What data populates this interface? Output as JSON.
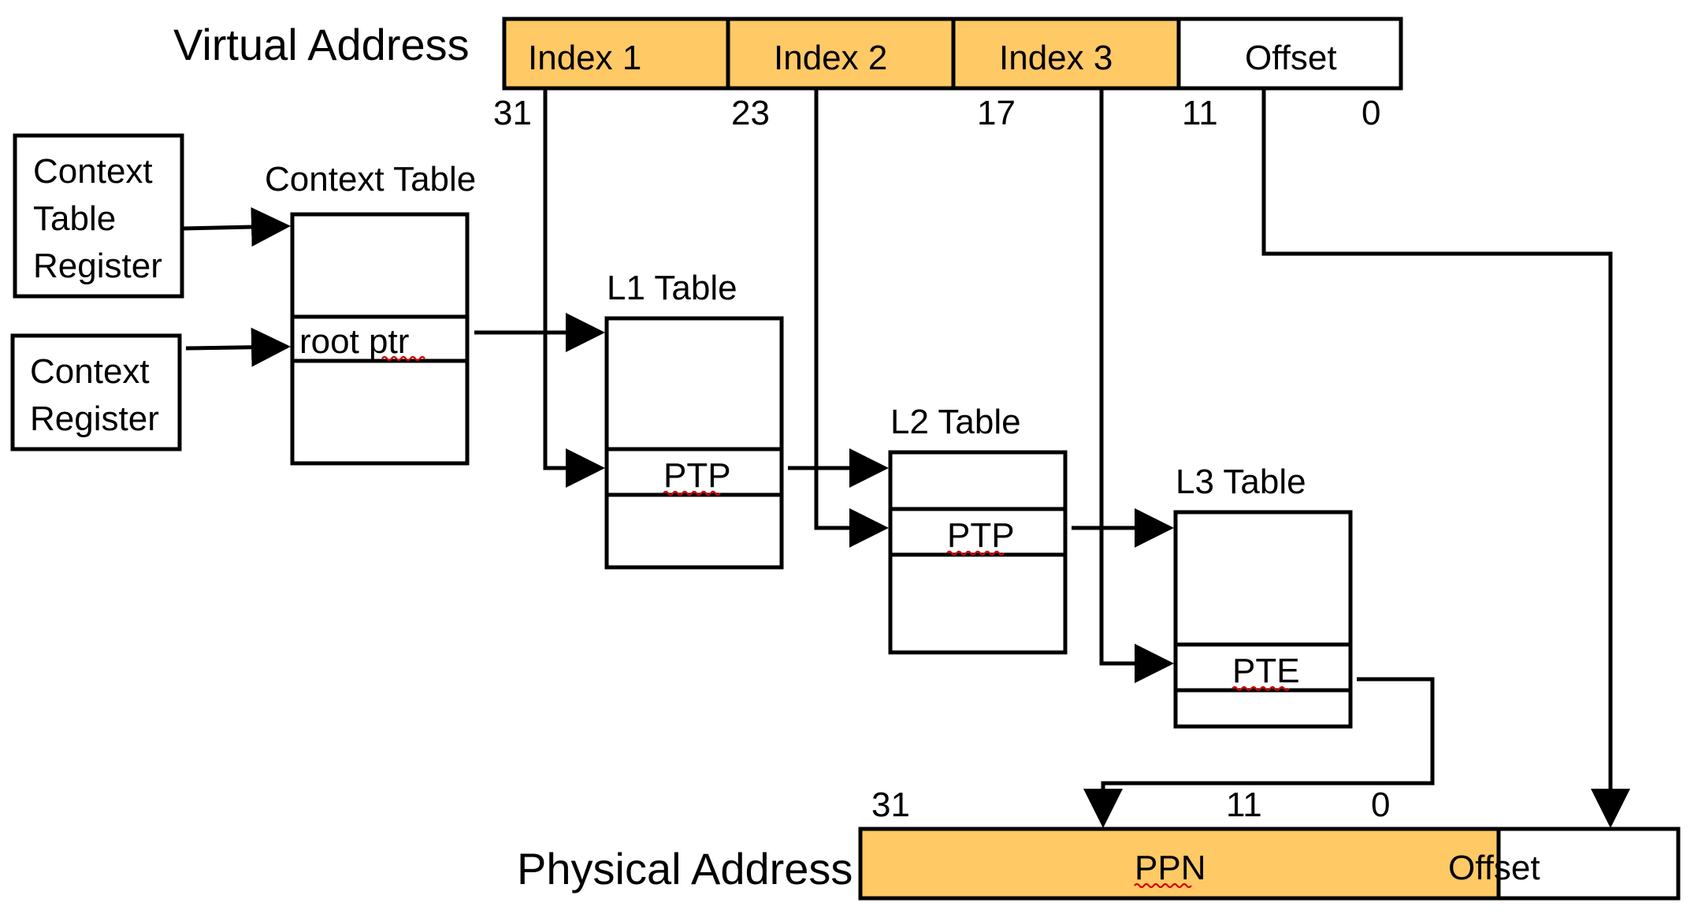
{
  "colors": {
    "index_fill": "#ffc966",
    "offset_fill": "#ffffff",
    "line": "#000000",
    "spell_underline": "#d40000"
  },
  "virtual_address": {
    "label": "Virtual Address",
    "fields": [
      "Index 1",
      "Index 2",
      "Index 3",
      "Offset"
    ],
    "bits": [
      "31",
      "23",
      "17",
      "11",
      "0"
    ]
  },
  "registers": {
    "context_table_register": [
      "Context",
      "Table",
      "Register"
    ],
    "context_register": [
      "Context",
      "Register"
    ]
  },
  "tables": {
    "context_table": {
      "title": "Context Table",
      "entry": "root ptr"
    },
    "l1": {
      "title": "L1 Table",
      "entry": "PTP"
    },
    "l2": {
      "title": "L2 Table",
      "entry": "PTP"
    },
    "l3": {
      "title": "L3 Table",
      "entry": "PTE"
    }
  },
  "physical_address": {
    "label": "Physical Address",
    "fields": [
      "PPN",
      "Offset"
    ],
    "bits": [
      "31",
      "11",
      "0"
    ]
  }
}
